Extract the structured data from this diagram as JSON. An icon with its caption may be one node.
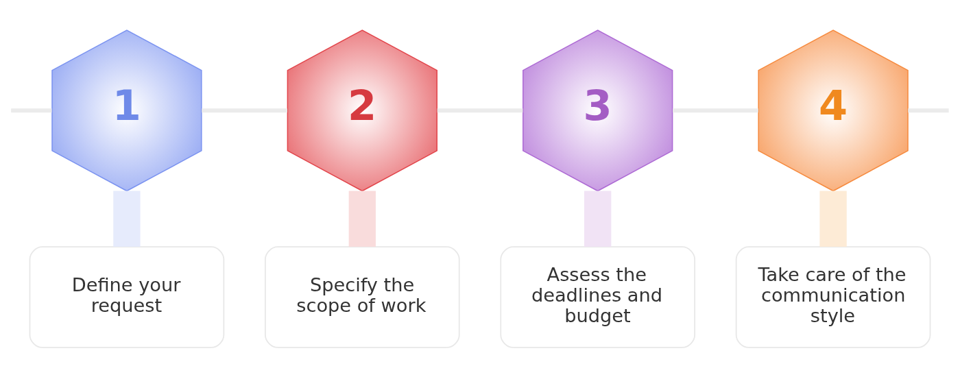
{
  "diagram": {
    "nodes": [
      {
        "text": [
          "1"
        ]
      },
      {
        "text": [
          "2"
        ]
      },
      {
        "text": [
          "3"
        ]
      },
      {
        "text": [
          "4"
        ]
      },
      {
        "text": [
          "Define your request"
        ]
      },
      {
        "text": [
          "Specify the scope of work"
        ]
      },
      {
        "text": [
          "Assess the deadlines and budget"
        ]
      },
      {
        "text": [
          "Take care of the communication style"
        ]
      }
    ],
    "edges": [
      {
        "from": null,
        "to": 0,
        "arrow": "none"
      },
      {
        "from": 0,
        "to": 1,
        "arrow": "none"
      },
      {
        "from": 1,
        "to": 2,
        "arrow": "none"
      },
      {
        "from": 2,
        "to": 3,
        "arrow": "none"
      },
      {
        "from": 3,
        "to": null,
        "arrow": "none"
      },
      {
        "from": 0,
        "to": 4,
        "arrow": "none",
        "style": "thick",
        "color": "#e6ebfc"
      },
      {
        "from": 1,
        "to": 5,
        "arrow": "none",
        "style": "thick",
        "color": "#f9dcdc"
      },
      {
        "from": 2,
        "to": 6,
        "arrow": "none",
        "style": "thick",
        "color": "#f1e3f5"
      },
      {
        "from": 3,
        "to": 7,
        "arrow": "none",
        "style": "thick",
        "color": "#fdebd6"
      }
    ]
  }
}
